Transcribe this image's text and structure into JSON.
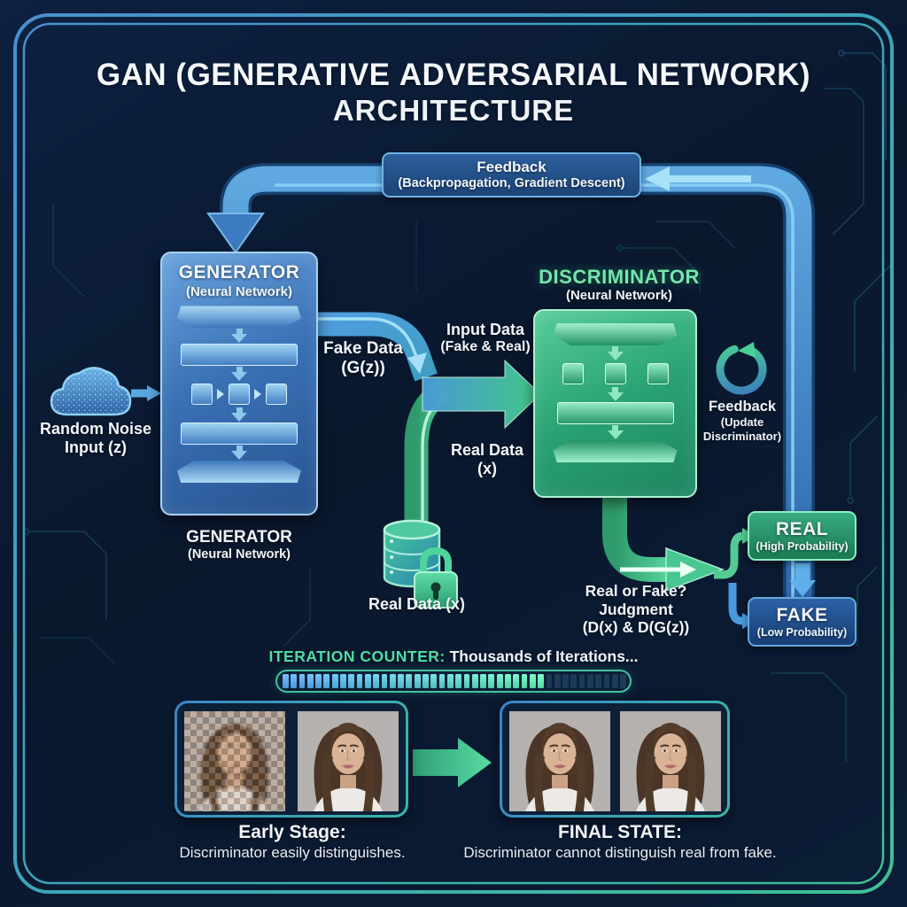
{
  "title": {
    "part1": "GAN",
    "part2": " (GENERATIVE ",
    "part3": "ADVERSARIAL NETWORK)",
    "line2": "ARCHITECTURE"
  },
  "feedback_top": {
    "title": "Feedback",
    "subtitle": "(Backpropagation, Gradient Descent)"
  },
  "random_noise": {
    "line1": "Random Noise",
    "line2": "Input (z)"
  },
  "generator": {
    "title": "GENERATOR",
    "subtitle": "(Neural Network)",
    "caption_title": "GENERATOR",
    "caption_subtitle": "(Neural Network)"
  },
  "discriminator": {
    "title": "DISCRIMINATOR",
    "subtitle": "(Neural Network)"
  },
  "fake_data": {
    "line1": "Fake Data",
    "line2": "(G(z))"
  },
  "input_data": {
    "line1": "Input Data",
    "line2": "(Fake & Real)"
  },
  "real_data_mid": {
    "line1": "Real Data",
    "line2": "(x)"
  },
  "real_data_icon_label": "Real Data (x)",
  "feedback_right": {
    "title": "Feedback",
    "line2": "(Update",
    "line3": "Discriminator)"
  },
  "judgment": {
    "line1": "Real or Fake?",
    "line2": "Judgment",
    "line3": "(D(x) & D(G(z))"
  },
  "real_box": {
    "title": "REAL",
    "subtitle": "(High Probability)"
  },
  "fake_box": {
    "title": "FAKE",
    "subtitle": "(Low Probability)"
  },
  "iteration": {
    "label": "ITERATION COUNTER:",
    "text": "Thousands of Iterations...",
    "segments_total": 42,
    "segments_filled": 32
  },
  "early_stage": {
    "title": "Early Stage:",
    "caption": "Discriminator easily distinguishes.",
    "left_image": "pixelated generated face",
    "right_image": "real face"
  },
  "final_state": {
    "title": "FINAL STATE:",
    "caption": "Discriminator cannot distinguish real from fake.",
    "left_image": "generated face",
    "right_image": "real face"
  },
  "icons": {
    "cloud": "cloud-noise-icon",
    "database": "database-icon",
    "lock": "lock-icon",
    "feedback_loop": "circular-arrows-icon"
  },
  "colors": {
    "background": "#0b1a30",
    "frame_blue": "#4a8fd0",
    "frame_green": "#3fc094",
    "pipe_blue": "#3d7cc2",
    "pipe_green": "#34b07e",
    "accent_green_text": "#74e7ad",
    "iteration_green": "#4fdca6",
    "real_box_green": "#2a9a6c",
    "fake_box_blue": "#22508e"
  }
}
